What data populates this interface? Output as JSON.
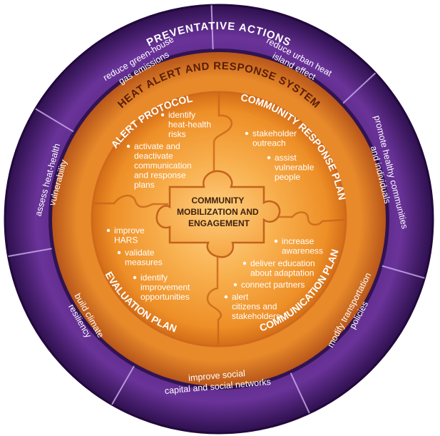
{
  "outer_ring": {
    "title": "PREVENTATIVE ACTIONS",
    "actions": [
      [
        "reduce green-house",
        "gas emissions"
      ],
      [
        "reduce urban heat",
        "island effect"
      ],
      [
        "promote healthy communities",
        "and individuals"
      ],
      [
        "modify transportation",
        "policies"
      ],
      [
        "improve social",
        "capital and social networks"
      ],
      [
        "build climate",
        "resiliency"
      ],
      [
        "assess heat-health",
        "vulnerability"
      ]
    ]
  },
  "system": {
    "title": "HEAT ALERT AND RESPONSE SYSTEM"
  },
  "quadrants": {
    "alert": {
      "title": "ALERT PROTOCOL",
      "bullets": [
        [
          "identify",
          "heat-health",
          "risks"
        ],
        [
          "activate and",
          "deactivate",
          "communication",
          "and response",
          "plans"
        ]
      ]
    },
    "community": {
      "title": "COMMUNITY RESPONSE PLAN",
      "bullets": [
        [
          "stakeholder",
          "outreach"
        ],
        [
          "assist",
          "vulnerable",
          "people"
        ]
      ]
    },
    "evaluation": {
      "title": "EVALUATION PLAN",
      "bullets": [
        [
          "improve",
          "HARS"
        ],
        [
          "validate",
          "measures"
        ],
        [
          "identify",
          "improvement",
          "opportunities"
        ]
      ]
    },
    "communication": {
      "title": "COMMUNICATION PLAN",
      "bullets": [
        [
          "increase",
          "awareness"
        ],
        [
          "deliver education",
          "about adaptation"
        ],
        [
          "connect partners"
        ],
        [
          "alert",
          "citizens and",
          "stakeholders"
        ]
      ]
    }
  },
  "center": {
    "lines": [
      "COMMUNITY",
      "MOBILIZATION AND",
      "ENGAGEMENT"
    ]
  },
  "colors": {
    "purple_dark": "#3a1560",
    "purple": "#5b2a8a",
    "orange": "#f29a2e",
    "orange_light": "#ffc069",
    "orange_dark": "#c9631a",
    "text_dark": "#3d1f0c"
  }
}
